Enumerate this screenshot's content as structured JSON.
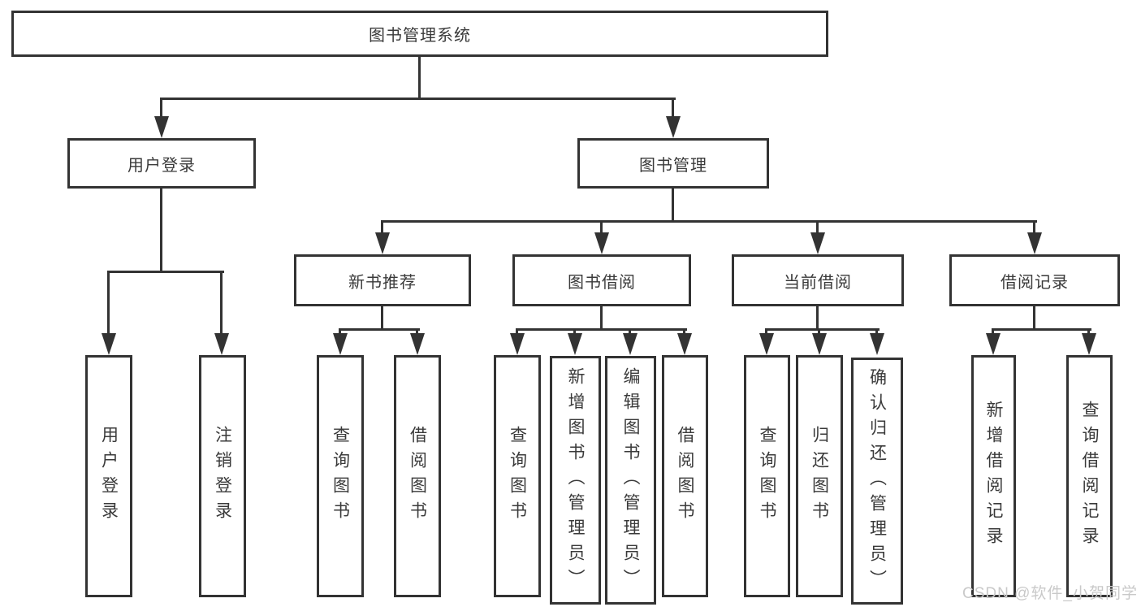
{
  "tree": {
    "root": {
      "label": "图书管理系统",
      "children": [
        {
          "label": "用户登录",
          "children": [
            {
              "label": "用户登录"
            },
            {
              "label": "注销登录"
            }
          ]
        },
        {
          "label": "图书管理",
          "children": [
            {
              "label": "新书推荐",
              "children": [
                {
                  "label": "查询图书"
                },
                {
                  "label": "借阅图书"
                }
              ]
            },
            {
              "label": "图书借阅",
              "children": [
                {
                  "label": "查询图书"
                },
                {
                  "label": "新增图书（管理员）"
                },
                {
                  "label": "编辑图书（管理员）"
                },
                {
                  "label": "借阅图书"
                }
              ]
            },
            {
              "label": "当前借阅",
              "children": [
                {
                  "label": "查询图书"
                },
                {
                  "label": "归还图书"
                },
                {
                  "label": "确认归还（管理员）"
                }
              ]
            },
            {
              "label": "借阅记录",
              "children": [
                {
                  "label": "新增借阅记录"
                },
                {
                  "label": "查询借阅记录"
                }
              ]
            }
          ]
        }
      ]
    }
  },
  "watermark": "CSDN @软件_小贺同学",
  "colors": {
    "line": "#333333",
    "box_fill": "#ffffff",
    "text": "#3a3a3a",
    "watermark": "#c9c9c9",
    "background": "#ffffff"
  }
}
